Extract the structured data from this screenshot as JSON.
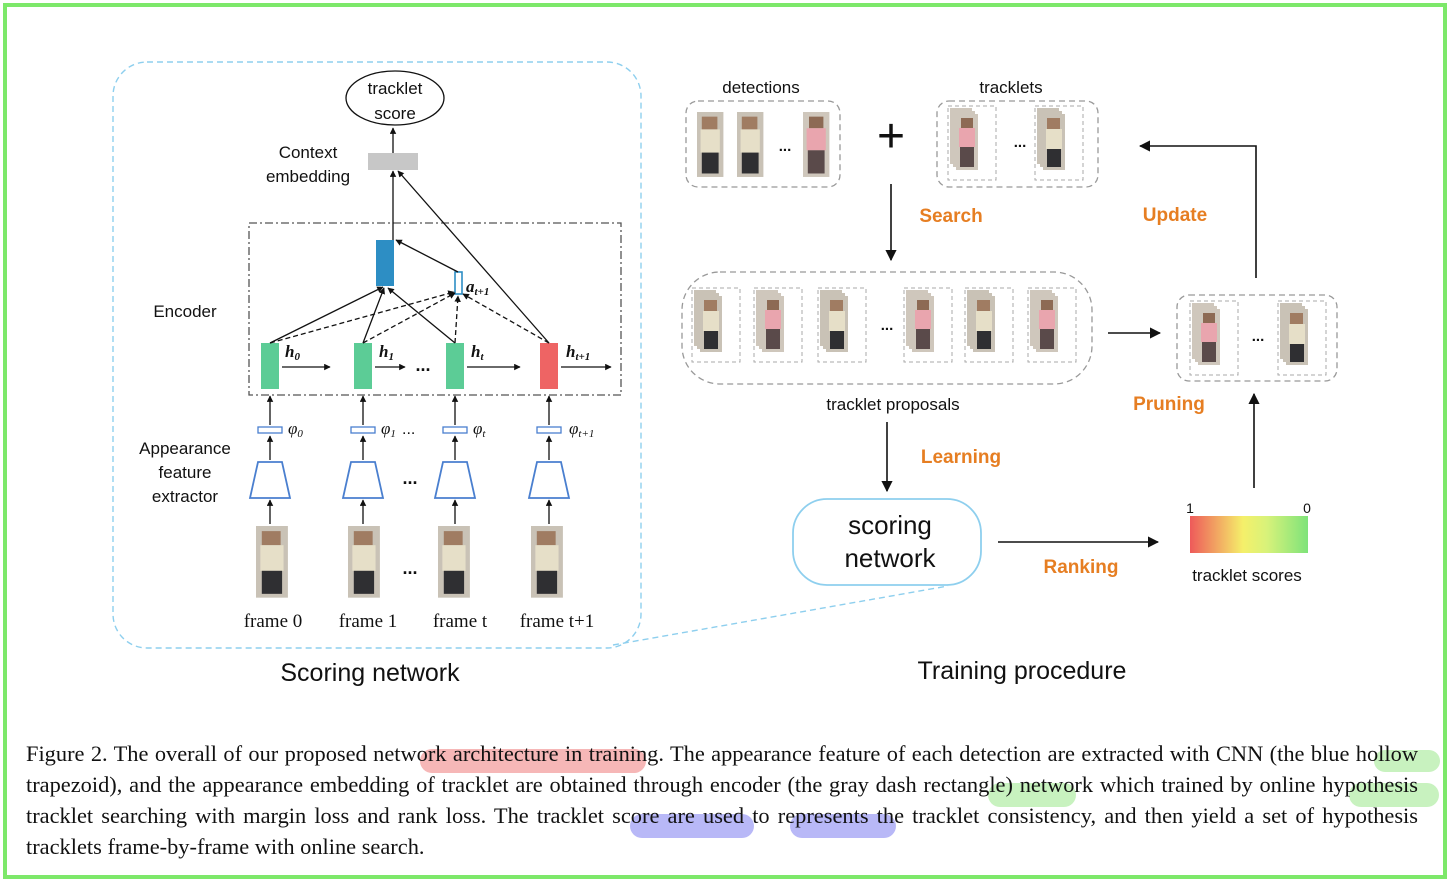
{
  "figure": {
    "scoring": {
      "title": "Scoring network",
      "tracklet_score": [
        "tracklet",
        "score"
      ],
      "context_embedding": [
        "Context",
        "embedding"
      ],
      "encoder": "Encoder",
      "appearance": [
        "Appearance",
        "feature",
        "extractor"
      ],
      "h_labels": [
        {
          "base": "h",
          "sub": "0"
        },
        {
          "base": "h",
          "sub": "1"
        },
        {
          "base": "h",
          "sub": "t"
        },
        {
          "base": "h",
          "sub": "t+1"
        }
      ],
      "a_label": {
        "base": "a",
        "sub": "t+1"
      },
      "phi_labels": [
        {
          "base": "φ",
          "sub": "0"
        },
        {
          "base": "φ",
          "sub": "1"
        },
        {
          "base": "φ",
          "sub": "t"
        },
        {
          "base": "φ",
          "sub": "t+1"
        }
      ],
      "frames": [
        "frame 0",
        "frame 1",
        "frame t",
        "frame t+1"
      ],
      "dots": "..."
    },
    "training": {
      "title": "Training procedure",
      "detections": "detections",
      "tracklets": "tracklets",
      "search": "Search",
      "update": "Update",
      "tracklet_proposals": "tracklet proposals",
      "pruning": "Pruning",
      "learning": "Learning",
      "scoring_network": [
        "scoring",
        "network"
      ],
      "ranking": "Ranking",
      "scale_high": "1",
      "scale_low": "0",
      "tracklet_scores": "tracklet scores",
      "dots": "...",
      "plus": "+"
    },
    "colors": {
      "orange": "#e67e22",
      "green_cell": "#5ccc96",
      "blue_cell": "#2d8ec4",
      "red_cell": "#ee6464",
      "trapezoid": "#4a7fcf",
      "dash_blue": "#8ecfee"
    }
  },
  "caption": "Figure 2. The overall of our proposed network architecture in training. The appearance feature of each detection are extracted with CNN (the blue hollow trapezoid), and the appearance embedding of tracklet are obtained through encoder (the gray dash rectangle) network which trained by online hypothesis tracklet searching with margin loss and rank loss. The tracklet score are used to represents the tracklet consistency, and then yield a set of hypothesis tracklets frame-by-frame with online search."
}
